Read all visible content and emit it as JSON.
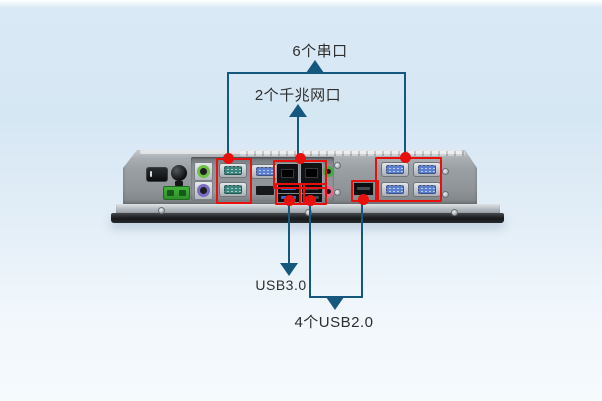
{
  "figure_type": "rear-io-panel-callout-diagram",
  "colors": {
    "annotation_line": "#15577d",
    "highlight_box": "#e8100c",
    "background_sky": "#d6e7f4",
    "label_text": "#2e2e2e"
  },
  "callouts": {
    "serial_ports": {
      "label": "6个串口"
    },
    "lan_ports": {
      "label": "2个千兆网口"
    },
    "usb3_ports": {
      "label": "USB3.0"
    },
    "usb2_ports": {
      "label": "4个USB2.0"
    }
  }
}
